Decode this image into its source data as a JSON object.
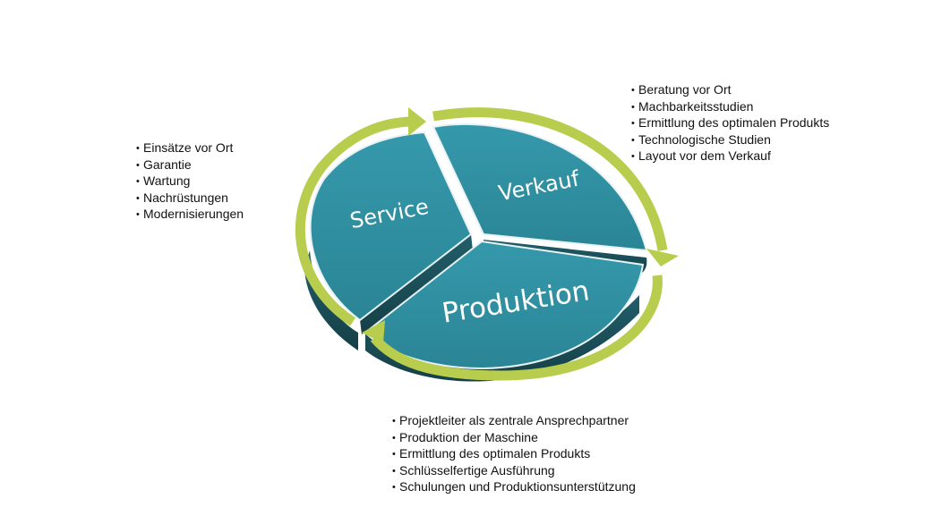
{
  "cycle": {
    "segments": [
      {
        "label": "Service",
        "items": [
          "Einsätze vor Ort",
          "Garantie",
          "Wartung",
          "Nachrüstungen",
          "Modernisierungen"
        ]
      },
      {
        "label": "Verkauf",
        "items": [
          "Beratung vor Ort",
          "Machbarkeitsstudien",
          "Ermittlung des optimalen Produkts",
          "Technologische Studien",
          "Layout vor dem Verkauf"
        ]
      },
      {
        "label": "Produktion",
        "items": [
          "Projektleiter als zentrale Ansprechpartner",
          "Produktion der Maschine",
          "Ermittlung des optimalen Produkts",
          "Schlüsselfertige Ausführung",
          "Schulungen und Produktionsunterstützung"
        ]
      }
    ],
    "colors": {
      "segment_fill": "#2e8fa0",
      "segment_side": "#1d5f6b",
      "arrow": "#b8cd4e"
    }
  }
}
